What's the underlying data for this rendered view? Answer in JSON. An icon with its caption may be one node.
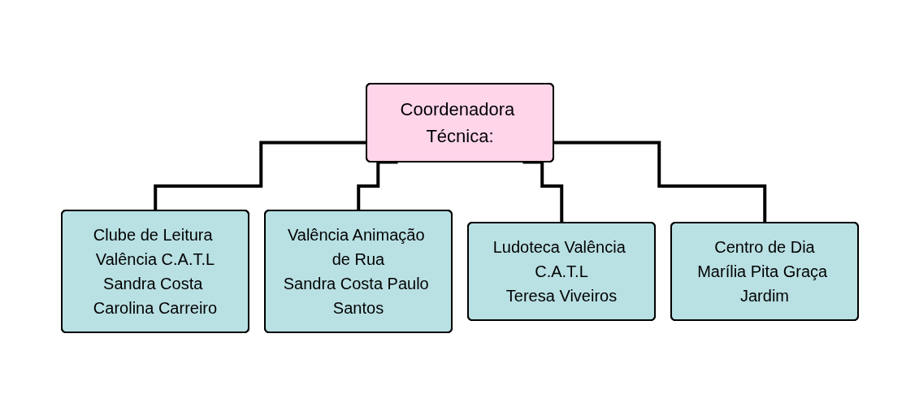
{
  "diagram": {
    "nodes": [
      {
        "text": [
          "Coordenadora Técnica:"
        ]
      },
      {
        "text": [
          "Clube de Leitura Valência C.A.T.L",
          "Sandra Costa Carolina Carreiro"
        ]
      },
      {
        "text": [
          "Valência Animação de Rua",
          "Sandra Costa Paulo Santos"
        ]
      },
      {
        "text": [
          "Ludoteca Valência C.A.T.L",
          "Teresa Viveiros"
        ]
      },
      {
        "text": [
          "Centro de Dia",
          "Marília Pita Graça Jardim"
        ]
      }
    ],
    "edges": [
      {
        "from": 0,
        "to": 1,
        "arrow": "none"
      },
      {
        "from": 0,
        "to": 2,
        "arrow": "none"
      },
      {
        "from": 0,
        "to": 3,
        "arrow": "none"
      },
      {
        "from": 0,
        "to": 4,
        "arrow": "none"
      }
    ]
  }
}
